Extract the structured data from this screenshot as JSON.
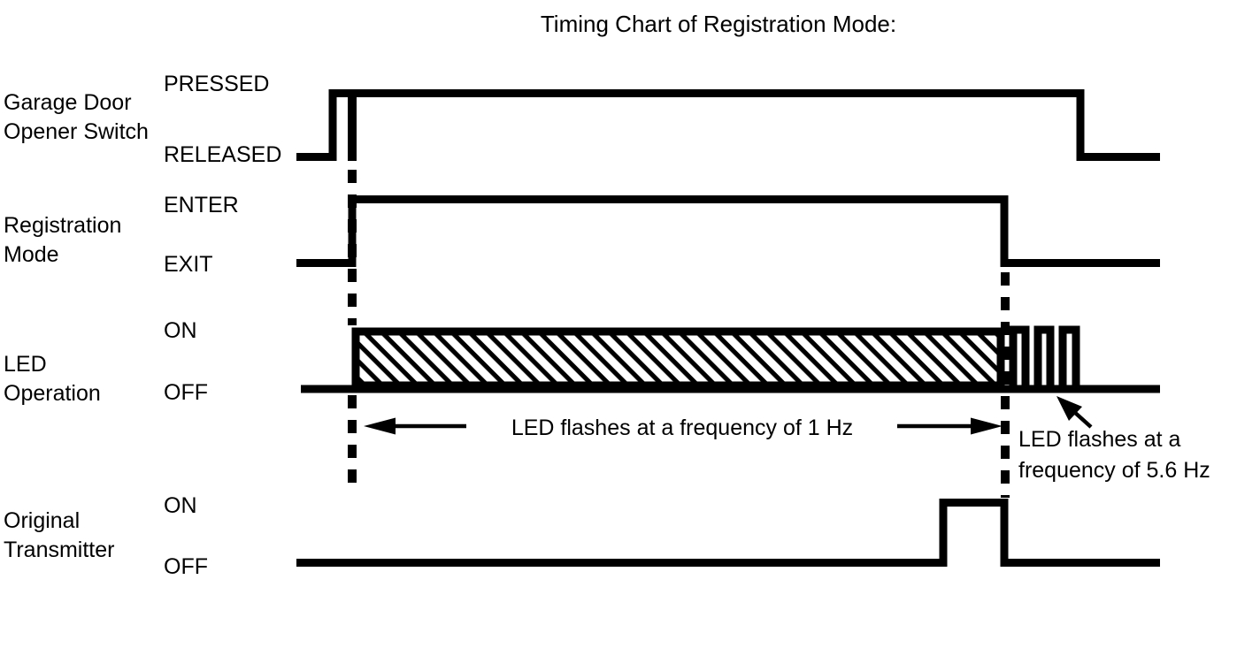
{
  "title": "Timing Chart of Registration Mode:",
  "rows": [
    {
      "label_line1": "Garage Door",
      "label_line2": "Opener Switch",
      "high": "PRESSED",
      "low": "RELEASED"
    },
    {
      "label_line1": "Registration",
      "label_line2": "Mode",
      "high": "ENTER",
      "low": "EXIT"
    },
    {
      "label_line1": "LED",
      "label_line2": "Operation",
      "high": "ON",
      "low": "OFF"
    },
    {
      "label_line1": "Original",
      "label_line2": "Transmitter",
      "high": "ON",
      "low": "OFF"
    }
  ],
  "annotations": {
    "flash_1hz": "LED flashes at a frequency of 1 Hz",
    "flash_56hz_line1": "LED flashes at a",
    "flash_56hz_line2": "frequency of 5.6 Hz"
  },
  "colors": {
    "ink": "#000000",
    "background": "#ffffff"
  }
}
